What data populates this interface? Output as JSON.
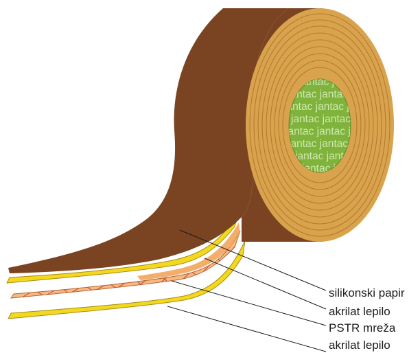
{
  "core_text": "jantac",
  "labels": [
    "silikonski papir",
    "akrilat lepilo",
    "PSTR mreža",
    "akrilat lepilo"
  ],
  "colors": {
    "liner": "#7a4422",
    "adhesive": "#f2d81e",
    "mesh_fill": "#f0a050",
    "mesh_lines": "#c8442c",
    "roll_edge": "#d9a34e",
    "core": "#7fb33c"
  }
}
